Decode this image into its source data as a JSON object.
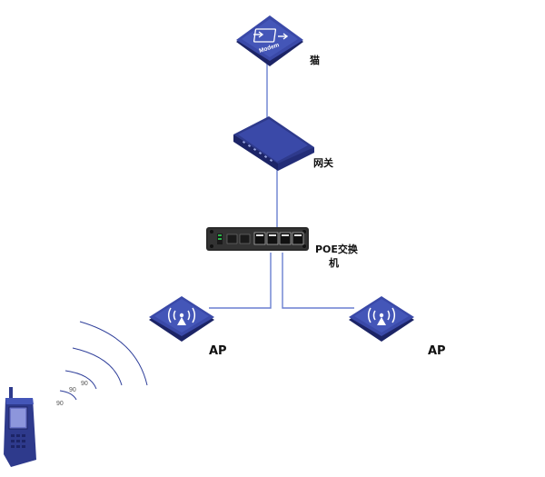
{
  "nodes": {
    "modem": {
      "device_text": "Modem",
      "label": "猫"
    },
    "gateway": {
      "label": "网关"
    },
    "poe_switch": {
      "label_line1": "POE交换",
      "label_line2": "机"
    },
    "ap_left": {
      "label": "AP"
    },
    "ap_right": {
      "label": "AP"
    }
  },
  "wifi_signal_labels": [
    "90",
    "90",
    "90"
  ],
  "colors": {
    "device_blue": "#2e3a8c",
    "device_dark": "#1c2466",
    "link_line": "#6a7fd0",
    "switch_body": "#2a2a2a"
  },
  "icons": [
    "modem-icon",
    "router-icon",
    "switch-icon",
    "wifi-ap-icon",
    "phone-icon"
  ]
}
